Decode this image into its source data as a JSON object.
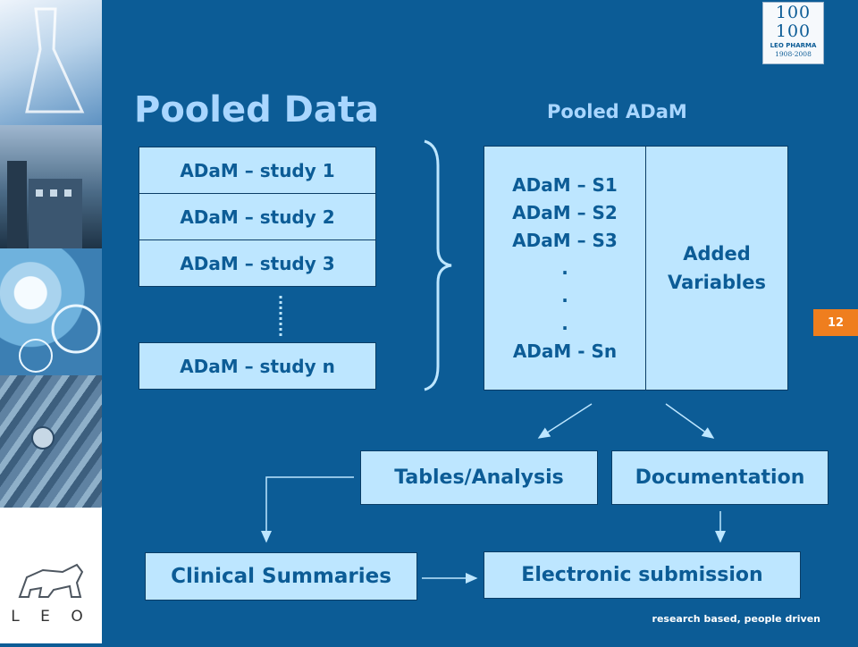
{
  "slide": {
    "title": "Pooled Data",
    "subtitle": "Pooled ADaM",
    "page_number": "12",
    "tagline": "research based, people driven"
  },
  "logo": {
    "anniversary_number": "100",
    "anniversary_brand": "LEO PHARMA",
    "anniversary_years": "1908-2008",
    "company_letters": "L E O"
  },
  "studies": [
    "ADaM – study 1",
    "ADaM – study 2",
    "ADaM – study 3",
    "ADaM – study n"
  ],
  "pooled": {
    "lines": [
      "ADaM – S1",
      "ADaM – S2",
      "ADaM – S3",
      ".",
      ".",
      ".",
      "ADaM - Sn"
    ],
    "added_line1": "Added",
    "added_line2": "Variables"
  },
  "outputs": {
    "tables": "Tables/Analysis",
    "documentation": "Documentation",
    "clinical": "Clinical Summaries",
    "submission": "Electronic submission"
  },
  "colors": {
    "background": "#0c5c96",
    "box_fill": "#bde6ff",
    "title": "#a9d6ff",
    "accent_orange": "#ef7e1e"
  }
}
